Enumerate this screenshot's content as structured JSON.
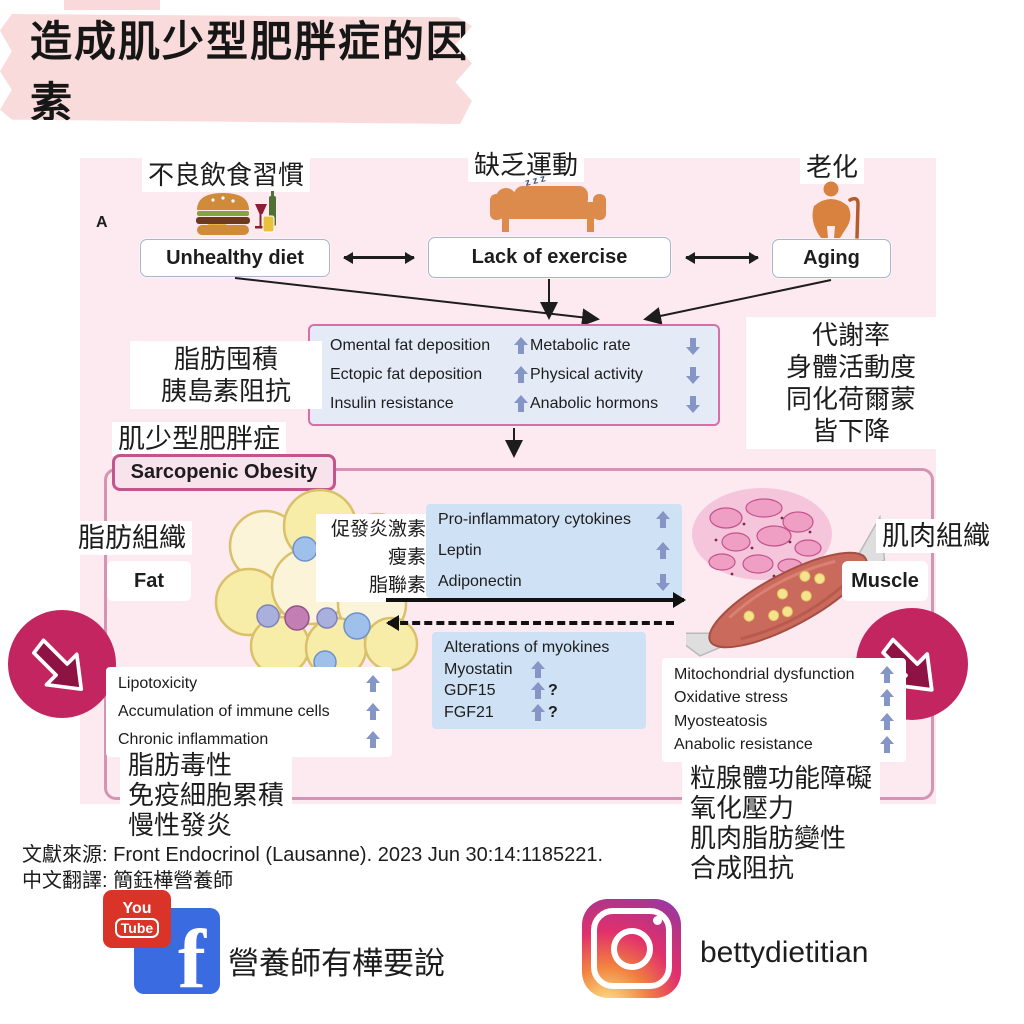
{
  "header": {
    "title": "造成肌少型肥胖症的因素"
  },
  "panel_label": "A",
  "factors": {
    "diet": {
      "zh": "不良飲食習慣",
      "en": "Unhealthy diet"
    },
    "exercise": {
      "zh": "缺乏運動",
      "en": "Lack of exercise",
      "zzz": "z z z"
    },
    "aging": {
      "zh": "老化",
      "en": "Aging"
    }
  },
  "central": {
    "left": [
      {
        "label": "Omental fat deposition",
        "dir": "up"
      },
      {
        "label": "Ectopic fat deposition",
        "dir": "up"
      },
      {
        "label": "Insulin resistance",
        "dir": "up"
      }
    ],
    "right": [
      {
        "label": "Metabolic rate",
        "dir": "down"
      },
      {
        "label": "Physical activity",
        "dir": "down"
      },
      {
        "label": "Anabolic hormons",
        "dir": "down"
      }
    ]
  },
  "notes": {
    "left": [
      "脂肪囤積",
      "胰島素阻抗"
    ],
    "right": [
      "代謝率",
      "身體活動度",
      "同化荷爾蒙",
      "皆下降"
    ]
  },
  "sarcopenic": {
    "zh": "肌少型肥胖症",
    "en": "Sarcopenic Obesity",
    "fat": {
      "zh": "脂肪組織",
      "en": "Fat"
    },
    "muscle": {
      "zh": "肌肉組織",
      "en": "Muscle"
    },
    "adipokines_zh": [
      "促發炎激素",
      "瘦素",
      "脂聯素"
    ],
    "adipokines": [
      {
        "label": "Pro-inflammatory cytokines",
        "dir": "up"
      },
      {
        "label": "Leptin",
        "dir": "up"
      },
      {
        "label": "Adiponectin",
        "dir": "down"
      }
    ],
    "myokines": {
      "title": "Alterations of myokines",
      "items": [
        {
          "label": "Myostatin",
          "dir": "up",
          "suffix": ""
        },
        {
          "label": "GDF15",
          "dir": "up",
          "suffix": "?"
        },
        {
          "label": "FGF21",
          "dir": "up",
          "suffix": "?"
        }
      ]
    },
    "fat_effects": [
      {
        "label": "Lipotoxicity",
        "dir": "up"
      },
      {
        "label": "Accumulation of immune cells",
        "dir": "up"
      },
      {
        "label": "Chronic inflammation",
        "dir": "up"
      }
    ],
    "fat_effects_zh": [
      "脂肪毒性",
      "免疫細胞累積",
      "慢性發炎"
    ],
    "muscle_effects": [
      {
        "label": "Mitochondrial dysfunction",
        "dir": "up"
      },
      {
        "label": "Oxidative stress",
        "dir": "up"
      },
      {
        "label": "Myosteatosis",
        "dir": "up"
      },
      {
        "label": "Anabolic resistance",
        "dir": "up"
      }
    ],
    "muscle_effects_zh": [
      "粒腺體功能障礙",
      "氧化壓力",
      "肌肉脂肪變性",
      "合成阻抗"
    ]
  },
  "footer": {
    "source_line1": "文獻來源: Front Endocrinol (Lausanne). 2023 Jun 30:14:1185221.",
    "source_line2": "中文翻譯: 簡鈺樺營養師",
    "youtube_top": "You",
    "youtube_bottom": "Tube",
    "facebook_f": "f",
    "social_left": "營養師有樺要說",
    "social_right": "bettydietitian"
  },
  "icons": {
    "burger_drinks": "burger-drinks-icon",
    "sleeping_person": "sleeping-couch-icon",
    "elderly_person": "elderly-cane-icon",
    "fat_tissue": "fat-cells-illustration",
    "muscle_tissue": "muscle-illustration",
    "arrow_badge": "magenta-arrow-badge-icon",
    "youtube": "youtube-icon",
    "facebook": "facebook-icon",
    "instagram": "instagram-icon"
  },
  "colors": {
    "banner_pink": "#fadbdc",
    "panel_pink": "#fdeaf0",
    "list_box_blue": "#cfe1f4",
    "central_box_blue": "#e4ebf7",
    "trend_arrow_blue": "#8495c6",
    "pink_border": "#d76fa6",
    "badge_magenta": "#c2255f",
    "icon_orange": "#d9823f",
    "youtube_red": "#da3327",
    "facebook_blue": "#3b6be0"
  }
}
